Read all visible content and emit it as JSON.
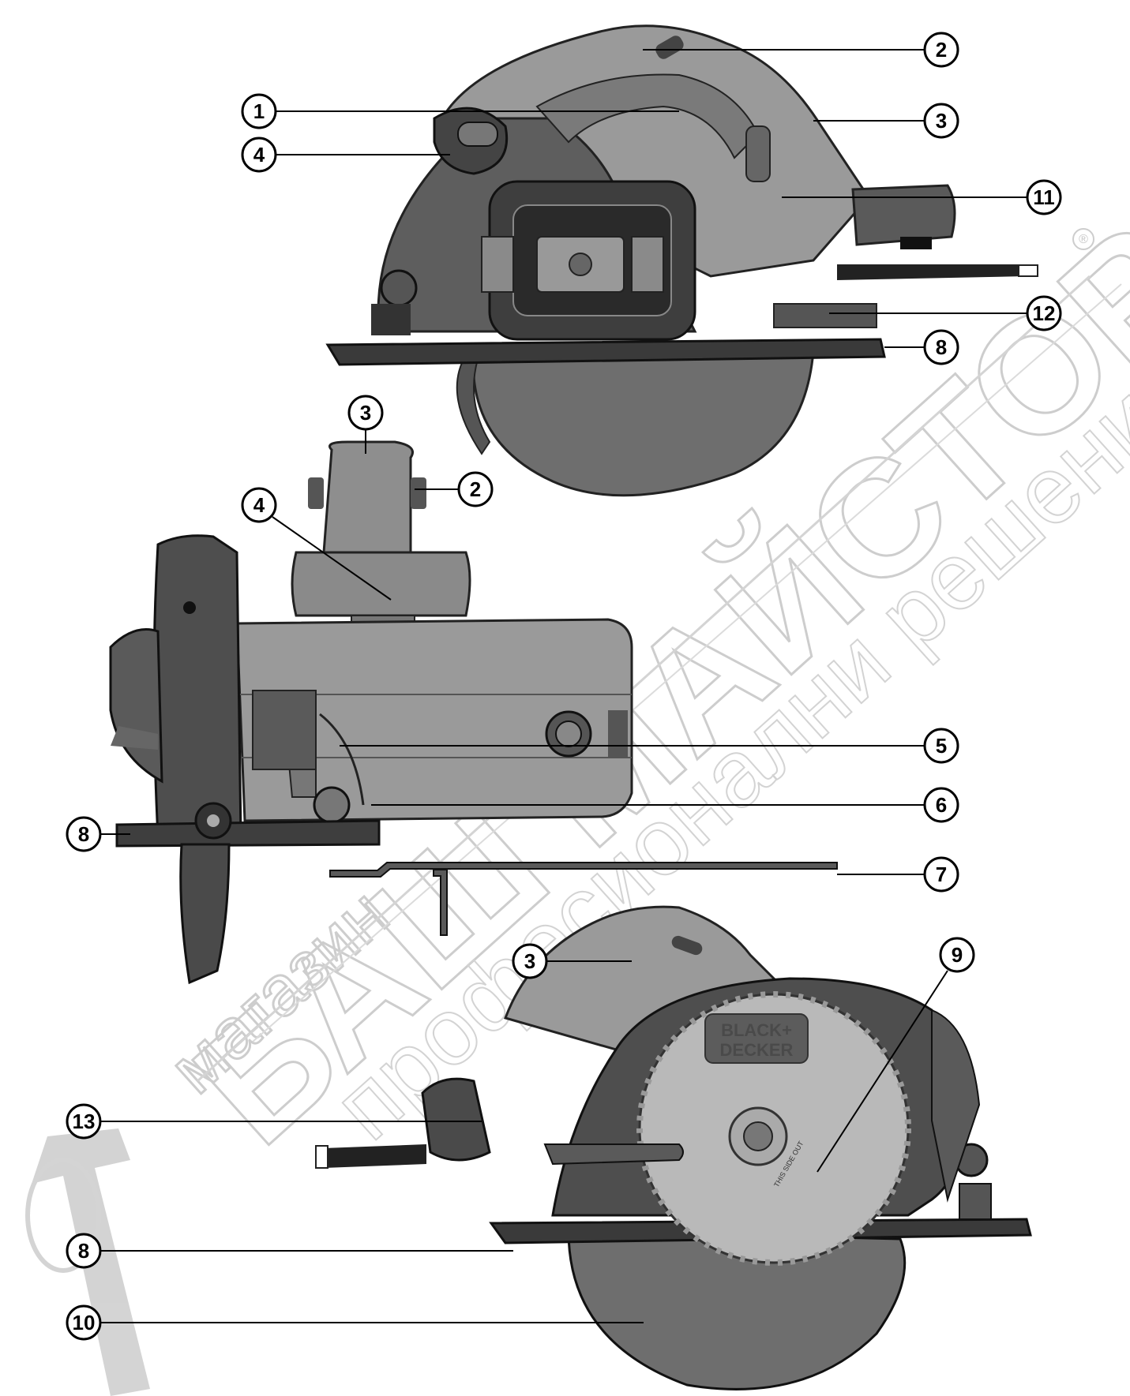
{
  "watermark": {
    "line1": "магазин",
    "line2": "БАШ МАЙСТОРА",
    "line3": "професионални решения",
    "registered_mark": "®"
  },
  "blade_brand": {
    "line1": "BLACK+",
    "line2": "DECKER",
    "blade_marking": "THIS SIDE OUT"
  },
  "callouts": [
    {
      "id": "c1",
      "number": "1"
    },
    {
      "id": "c2a",
      "number": "2"
    },
    {
      "id": "c3a",
      "number": "3"
    },
    {
      "id": "c4a",
      "number": "4"
    },
    {
      "id": "c11",
      "number": "11"
    },
    {
      "id": "c12",
      "number": "12"
    },
    {
      "id": "c8a",
      "number": "8"
    },
    {
      "id": "c3b",
      "number": "3"
    },
    {
      "id": "c2b",
      "number": "2"
    },
    {
      "id": "c4b",
      "number": "4"
    },
    {
      "id": "c5",
      "number": "5"
    },
    {
      "id": "c6",
      "number": "6"
    },
    {
      "id": "c8b",
      "number": "8"
    },
    {
      "id": "c7",
      "number": "7"
    },
    {
      "id": "c3c",
      "number": "3"
    },
    {
      "id": "c9",
      "number": "9"
    },
    {
      "id": "c13",
      "number": "13"
    },
    {
      "id": "c8c",
      "number": "8"
    },
    {
      "id": "c10",
      "number": "10"
    }
  ]
}
